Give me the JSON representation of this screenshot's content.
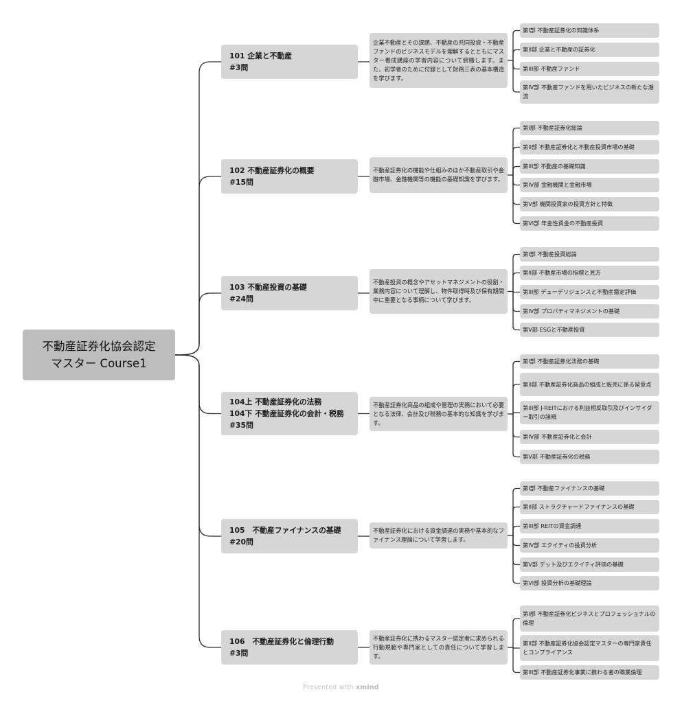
{
  "root": {
    "title": "不動産証券化協会認定\nマスター Course1"
  },
  "branches": [
    {
      "title_lines": [
        "101 企業と不動産",
        "#3問"
      ],
      "description": "企業不動産とその課題、不動産の共同投資・不動産ファンドのビジネスモデルを理解するとともにマスター養成講座の学習内容について俯瞰します。また、初学者のために付録として財務三表の基本構造を学びます。",
      "topics": [
        "第I部 不動産証券化の知識体系",
        "第II部 企業と不動産の証券化",
        "第III部 不動産ファンド",
        "第IV部 不動産ファンドを用いたビジネスの新たな潮流"
      ]
    },
    {
      "title_lines": [
        "102 不動産証券化の概要",
        "#15問"
      ],
      "description": "不動産証券化の機能や仕組みのほか不動産取引や金融市場、金融機関等の機能の基礎知識を学びます。",
      "topics": [
        "第I部 不動産証券化総論",
        "第II部 不動産証券化と不動産投資市場の基礎",
        "第III部 不動産の基礎知識",
        "第IV部 金融機関と金融市場",
        "第V部 機関投資家の投資方針と特徴",
        "第VI部 年金性資金の不動産投資"
      ]
    },
    {
      "title_lines": [
        "103 不動産投資の基礎",
        "#24問"
      ],
      "description": "不動産投資の概念やアセットマネジメントの役割・業務内容について理解し、物件取得時及び保有期間中に重要となる事柄について学びます。",
      "topics": [
        "第I部 不動産投資総論",
        "第II部 不動産市場の指標と見方",
        "第III部 デューデリジェンスと不動産鑑定評価",
        "第IV部 プロパティマネジメントの基礎",
        "第V部 ESGと不動産投資"
      ]
    },
    {
      "title_lines": [
        "104上 不動産証券化の法務",
        "104下 不動産証券化の会計・税務",
        "#35問"
      ],
      "description": "不動産証券化商品の組成や管理の実務において必要となる法律、会計及び税務の基本的な知識を学びます。",
      "topics": [
        "第I部 不動産証券化法務の基礎",
        "第II部 不動産証券化商品の組成と販売に係る留意点",
        "第III部 J-REITにおける利益相反取引及びインサイダー取引の諸規",
        "第IV部 不動産証券化と会計",
        "第V部 不動産証券化の税務"
      ]
    },
    {
      "title_lines": [
        "105　不動産ファイナンスの基礎",
        "#20問"
      ],
      "description": "不動産証券化における資金調達の実務や基本的なファイナンス理論について学習します。",
      "topics": [
        "第I部 不動産ファイナンスの基礎",
        "第II部 ストラクチャードファイナンスの基礎",
        "第III部 REITの資金調達",
        "第IV部 エクイティの投資分析",
        "第V部 デット及びエクイティ評価の基礎",
        "第VI部 投資分析の基礎理論"
      ]
    },
    {
      "title_lines": [
        "106　不動産証券化と倫理行動",
        "#3問"
      ],
      "description": "不動産証券化に携わるマスター認定者に求められる行動規範や専門家としての責任について学習します。",
      "topics": [
        "第I部 不動産証券化ビジネスとプロフェッショナルの倫理",
        "第II部 不動産証券化協会認定マスターの専門家責任とコンプライアンス",
        "第III部 不動産証券化事業に携わる者の職業倫理"
      ]
    }
  ],
  "footer": {
    "prefix": "Presented with",
    "brand": "xmind"
  }
}
